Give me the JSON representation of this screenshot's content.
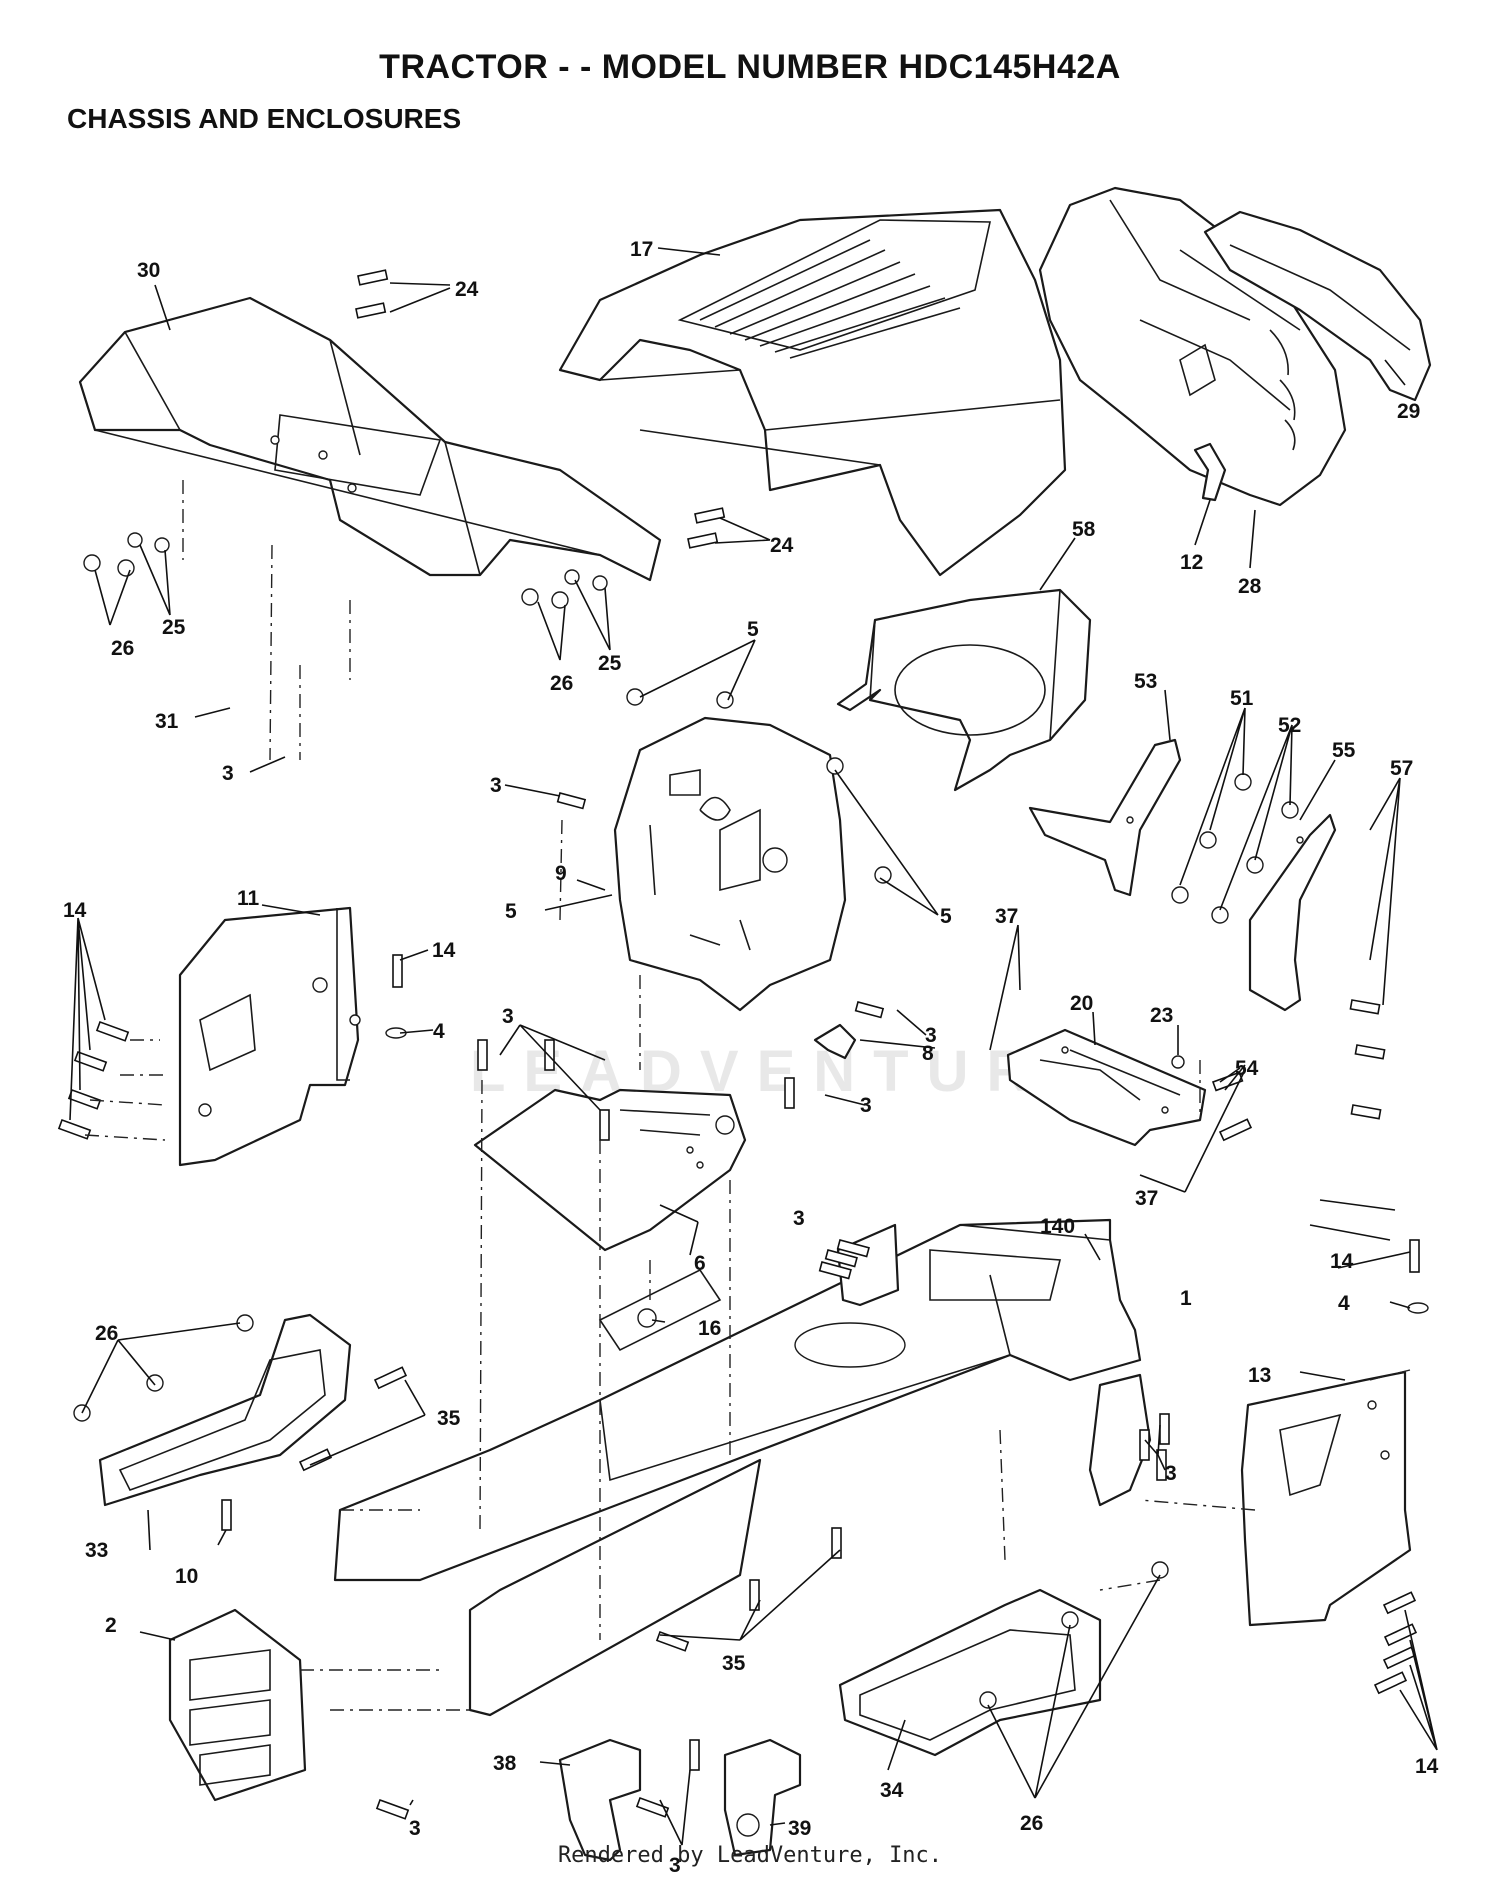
{
  "header": {
    "title": "TRACTOR - - MODEL NUMBER HDC145H42A",
    "subtitle": "CHASSIS AND ENCLOSURES"
  },
  "footer": {
    "credit": "Rendered by LeadVenture, Inc."
  },
  "watermark": {
    "text": "LEADVENTURE"
  },
  "callouts": [
    {
      "id": "c-30",
      "label": "30"
    },
    {
      "id": "c-24a",
      "label": "24"
    },
    {
      "id": "c-17",
      "label": "17"
    },
    {
      "id": "c-29",
      "label": "29"
    },
    {
      "id": "c-12",
      "label": "12"
    },
    {
      "id": "c-28",
      "label": "28"
    },
    {
      "id": "c-24b",
      "label": "24"
    },
    {
      "id": "c-26a",
      "label": "26"
    },
    {
      "id": "c-25a",
      "label": "25"
    },
    {
      "id": "c-26b",
      "label": "26"
    },
    {
      "id": "c-25b",
      "label": "25"
    },
    {
      "id": "c-58",
      "label": "58"
    },
    {
      "id": "c-5a",
      "label": "5"
    },
    {
      "id": "c-31",
      "label": "31"
    },
    {
      "id": "c-3a",
      "label": "3"
    },
    {
      "id": "c-3b",
      "label": "3"
    },
    {
      "id": "c-53",
      "label": "53"
    },
    {
      "id": "c-51",
      "label": "51"
    },
    {
      "id": "c-52",
      "label": "52"
    },
    {
      "id": "c-55",
      "label": "55"
    },
    {
      "id": "c-57",
      "label": "57"
    },
    {
      "id": "c-9",
      "label": "9"
    },
    {
      "id": "c-5b",
      "label": "5"
    },
    {
      "id": "c-5c",
      "label": "5"
    },
    {
      "id": "c-14a",
      "label": "14"
    },
    {
      "id": "c-11",
      "label": "11"
    },
    {
      "id": "c-14b",
      "label": "14"
    },
    {
      "id": "c-4a",
      "label": "4"
    },
    {
      "id": "c-3c",
      "label": "3"
    },
    {
      "id": "c-37a",
      "label": "37"
    },
    {
      "id": "c-20",
      "label": "20"
    },
    {
      "id": "c-23",
      "label": "23"
    },
    {
      "id": "c-54",
      "label": "54"
    },
    {
      "id": "c-3d",
      "label": "3"
    },
    {
      "id": "c-8",
      "label": "8"
    },
    {
      "id": "c-3e",
      "label": "3"
    },
    {
      "id": "c-37b",
      "label": "37"
    },
    {
      "id": "c-6",
      "label": "6"
    },
    {
      "id": "c-3f",
      "label": "3"
    },
    {
      "id": "c-140",
      "label": "140"
    },
    {
      "id": "c-1",
      "label": "1"
    },
    {
      "id": "c-14c",
      "label": "14"
    },
    {
      "id": "c-4b",
      "label": "4"
    },
    {
      "id": "c-13",
      "label": "13"
    },
    {
      "id": "c-26c",
      "label": "26"
    },
    {
      "id": "c-16",
      "label": "16"
    },
    {
      "id": "c-35a",
      "label": "35"
    },
    {
      "id": "c-3g",
      "label": "3"
    },
    {
      "id": "c-33",
      "label": "33"
    },
    {
      "id": "c-10",
      "label": "10"
    },
    {
      "id": "c-2",
      "label": "2"
    },
    {
      "id": "c-35b",
      "label": "35"
    },
    {
      "id": "c-38",
      "label": "38"
    },
    {
      "id": "c-34",
      "label": "34"
    },
    {
      "id": "c-14d",
      "label": "14"
    },
    {
      "id": "c-3h",
      "label": "3"
    },
    {
      "id": "c-3i",
      "label": "3"
    },
    {
      "id": "c-39",
      "label": "39"
    },
    {
      "id": "c-26d",
      "label": "26"
    }
  ]
}
